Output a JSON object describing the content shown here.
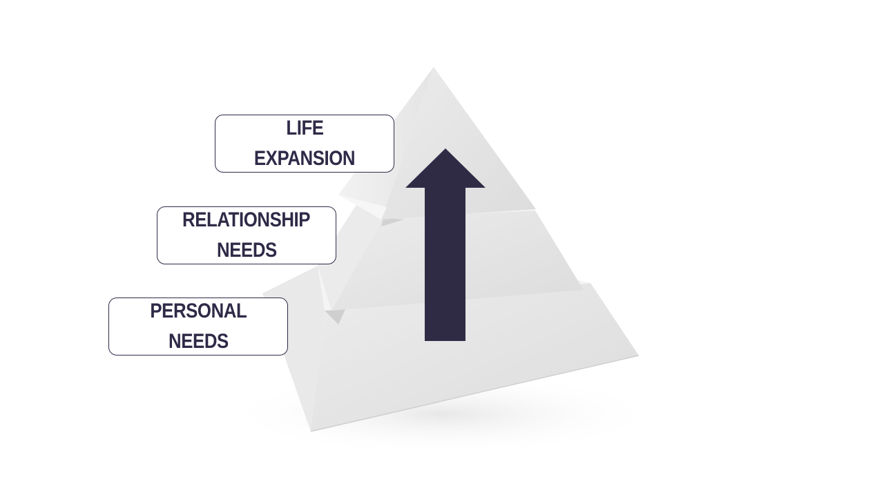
{
  "diagram": {
    "tiers": [
      {
        "id": "top",
        "lines": [
          "LIFE",
          "EXPANSION"
        ]
      },
      {
        "id": "middle",
        "lines": [
          "RELATIONSHIP",
          "NEEDS"
        ]
      },
      {
        "id": "bottom",
        "lines": [
          "PERSONAL",
          "NEEDS"
        ]
      }
    ],
    "arrow": {
      "direction": "up"
    }
  },
  "colors": {
    "text": "#2e2a47",
    "arrow": "#302b45",
    "box_border": "#2e2a47",
    "pyramid_light": "#eeeeee",
    "pyramid_dark": "#dedede"
  },
  "icons": {
    "arrow": "up-arrow-icon",
    "pyramid": "pyramid-graphic"
  }
}
